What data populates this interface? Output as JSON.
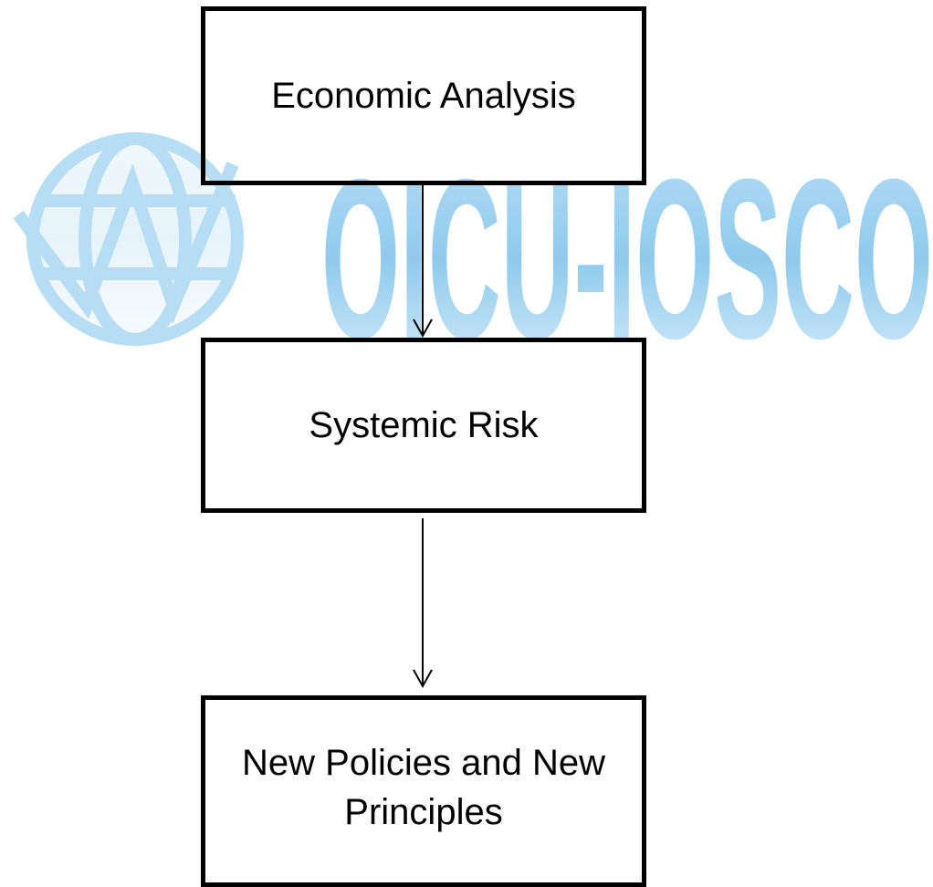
{
  "watermark": {
    "text": "OICU-IOSCO",
    "color": "#5fb4e6",
    "icon": "globe-logo-icon"
  },
  "diagram": {
    "nodes": [
      {
        "id": "economic-analysis",
        "label": "Economic Analysis"
      },
      {
        "id": "systemic-risk",
        "label": "Systemic Risk"
      },
      {
        "id": "new-policies",
        "label": "New Policies and New Principles"
      }
    ],
    "edges": [
      {
        "from": "economic-analysis",
        "to": "systemic-risk"
      },
      {
        "from": "systemic-risk",
        "to": "new-policies"
      }
    ]
  }
}
